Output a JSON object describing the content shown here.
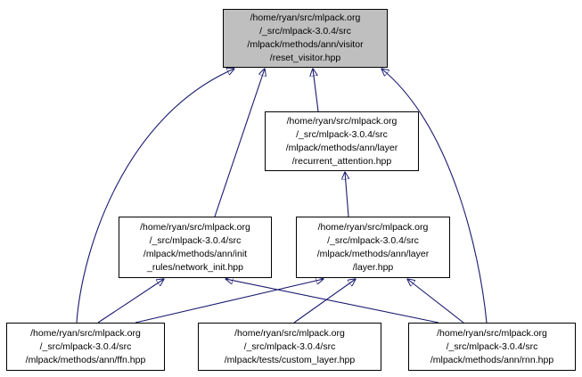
{
  "diagram": {
    "type": "doxygen-include-dependency-graph",
    "nodes": {
      "reset_visitor": {
        "lines": [
          "/home/ryan/src/mlpack.org",
          "/_src/mlpack-3.0.4/src",
          "/mlpack/methods/ann/visitor",
          "/reset_visitor.hpp"
        ],
        "highlighted": true
      },
      "recurrent_attention": {
        "lines": [
          "/home/ryan/src/mlpack.org",
          "/_src/mlpack-3.0.4/src",
          "/mlpack/methods/ann/layer",
          "/recurrent_attention.hpp"
        ],
        "highlighted": false
      },
      "network_init": {
        "lines": [
          "/home/ryan/src/mlpack.org",
          "/_src/mlpack-3.0.4/src",
          "/mlpack/methods/ann/init",
          "_rules/network_init.hpp"
        ],
        "highlighted": false
      },
      "layer": {
        "lines": [
          "/home/ryan/src/mlpack.org",
          "/_src/mlpack-3.0.4/src",
          "/mlpack/methods/ann/layer",
          "/layer.hpp"
        ],
        "highlighted": false
      },
      "ffn": {
        "lines": [
          "/home/ryan/src/mlpack.org",
          "/_src/mlpack-3.0.4/src",
          "/mlpack/methods/ann/ffn.hpp"
        ],
        "highlighted": false
      },
      "custom_layer": {
        "lines": [
          "/home/ryan/src/mlpack.org",
          "/_src/mlpack-3.0.4/src",
          "/mlpack/tests/custom_layer.hpp"
        ],
        "highlighted": false
      },
      "rnn": {
        "lines": [
          "/home/ryan/src/mlpack.org",
          "/_src/mlpack-3.0.4/src",
          "/mlpack/methods/ann/rnn.hpp"
        ],
        "highlighted": false
      }
    },
    "edges": [
      {
        "from": "recurrent_attention",
        "to": "reset_visitor"
      },
      {
        "from": "network_init",
        "to": "reset_visitor"
      },
      {
        "from": "ffn",
        "to": "reset_visitor"
      },
      {
        "from": "rnn",
        "to": "reset_visitor"
      },
      {
        "from": "layer",
        "to": "recurrent_attention"
      },
      {
        "from": "ffn",
        "to": "network_init"
      },
      {
        "from": "rnn",
        "to": "network_init"
      },
      {
        "from": "ffn",
        "to": "layer"
      },
      {
        "from": "custom_layer",
        "to": "layer"
      },
      {
        "from": "rnn",
        "to": "layer"
      }
    ]
  },
  "colors": {
    "edge": "#191970",
    "node_border": "#000000",
    "node_fill": "#ffffff",
    "highlight_fill": "#bfbfbf"
  }
}
